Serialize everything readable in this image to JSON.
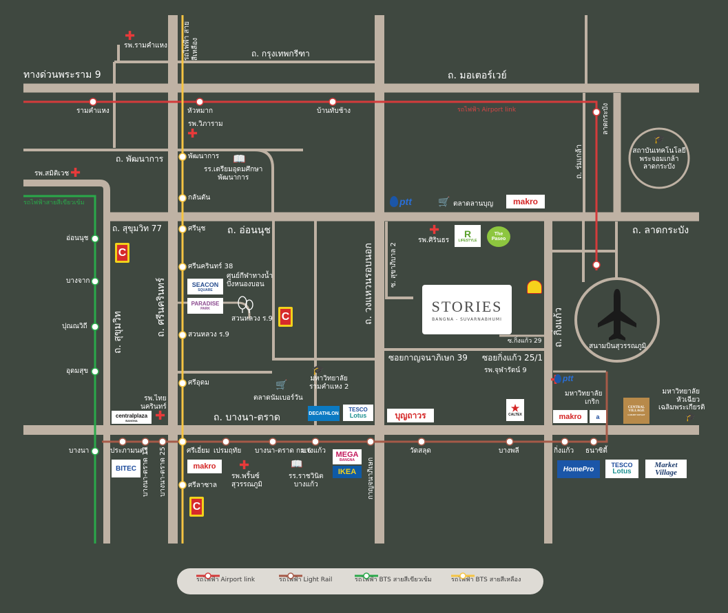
{
  "colors": {
    "background": "#3f4840",
    "road": "#bfb2a4",
    "airport_link": "#d43b3b",
    "light_rail": "#a65a48",
    "bts_green": "#2aa84a",
    "bts_yellow": "#f5c443",
    "label": "#ffffff"
  },
  "roads": {
    "rama9": "ทางด่วนพระราม 9",
    "krungthep_kreetha": "ถ. กรุงเทพกรีฑา",
    "motorway": "ถ. มอเตอร์เวย์",
    "phatthanakan": "ถ. พัฒนาการ",
    "sukhumvit77": "ถ. สุขุมวิท 77",
    "onnut": "ถ. อ่อนนุช",
    "latkrabang": "ถ. ลาดกระบัง",
    "sukhumvit": "ถ. สุขุมวิท",
    "srinakarin": "ถ. ศรีนครินทร์",
    "wongwaen": "ถ. วงแหวนรอบนอก",
    "bangna_trat": "ถ. บางนา-ตราด",
    "kingkaew": "ถ. กิ่งแก้ว",
    "romklao": "ถ. ร่มเกล้า",
    "sukhaphiban2": "ซ. สุขาภิบาล 2",
    "kanchanaphisek39": "ซอยกาญจนาภิเษก 39",
    "kingkaew25_1": "ซอยกิ่งแก้ว 25/1",
    "kingkaew29": "ซ.กิ่งแก้ว 29"
  },
  "lines": {
    "yellow_line_vertical": "รถไฟฟ้า สายสีเหลือง",
    "green_line_vertical": "รถไฟฟ้าสายสีเขียวเข้ม",
    "airport_link_label": "รถไฟฟ้า Airport link"
  },
  "airport_link_stations": [
    "รามคำแหง",
    "หัวหมาก",
    "บ้านทับช้าง",
    "ลาดกระบัง"
  ],
  "yellow_stations": [
    "พัฒนาการ",
    "กลันตัน",
    "ศรีนุช",
    "ศรีนครินทร์ 38",
    "สวนหลวง ร.9",
    "ศรีอุดม",
    "ศรีเอี่ยม",
    "ศรีลาซาล"
  ],
  "green_stations": [
    "อ่อนนุช",
    "บางจาก",
    "ปุณณวิถี",
    "อุดมสุข",
    "บางนา"
  ],
  "light_rail_stations": [
    "ประภามนตรี",
    "บางนา-ตราด 17",
    "บางนา-ตราด 25",
    "เปรมฤทัย",
    "บางนา-ตราด กม.6",
    "บางแก้ว",
    "กาญจนาภิเษก",
    "วัดสลุด",
    "บางพลี",
    "กิ่งแก้ว",
    "ธนาซิตี้"
  ],
  "places": {
    "ramkhamhaeng_hosp": "รพ.รามคำแหง",
    "wikrom_hosp": "รพ.วิภาราม",
    "samitivej_hosp": "รพ.สมิติเวช",
    "triam_school": "รร.เตรียมอุดมศึกษา",
    "triam_school_2": "พัฒนาการ",
    "water_sports": "ศูนย์กีฬาทางน้ำ",
    "water_sports_2": "บึงหนองบอน",
    "suanluang": "สวนหลวง ร.9",
    "ramkhamhaeng2": "มหาวิทยาลัย",
    "ramkhamhaeng2_b": "รามคำแหง 2",
    "number1_market": "ตลาดนัมเบอร์วัน",
    "thainakarin_hosp": "รพ.ไทย",
    "thainakarin_hosp_2": "นครินทร์",
    "prince_hosp": "รพ.พริ้นซ์",
    "prince_hosp_2": "สุวรรณภูมิ",
    "rachawinit": "รร.ราชวินิต",
    "rachawinit_2": "บางแก้ว",
    "sirinrat_hosp": "รพ.ศิรินธร",
    "lanboon_market": "ตลาดลานบุญ",
    "chularat_hosp": "รพ.จุฬารัตน์ 9",
    "kmitl": "สถาบันเทคโนโลยี",
    "kmitl_2": "พระจอมเกล้า",
    "kmitl_3": "ลาดกระบัง",
    "airport": "สนามบินสุวรรณภูมิ",
    "hc_univ": "มหาวิทยาลัย",
    "hc_univ_2": "หัวเฉียว",
    "hc_univ_3": "เฉลิมพระเกียรติ",
    "krirk_univ": "มหาวิทยาลัย",
    "krirk_univ_2": "เกริก"
  },
  "brands": {
    "ptt": "ptt",
    "makro": "makro",
    "bigc": "C",
    "seacon": "SEACON",
    "seacon_sub": "SQUARE",
    "paradise": "PARADISE",
    "paradise_sub": "PARK",
    "central_plaza": "centralplaza",
    "central_plaza_sub": "BANGNA",
    "decathlon": "DECATHLON",
    "tesco": "TESCO",
    "lotus": "Lotus",
    "boonthavorn": "บุญถาวร",
    "caltex": "CALTEX",
    "bitec": "BITEC",
    "mega": "MEGA",
    "mega_sub": "BANGNA",
    "ikea": "IKEA",
    "homepro": "HomePro",
    "market_village": "Market Village",
    "central_village": "CENTRAL VILLAGE",
    "central_village_sub": "LUXURY OUTLET",
    "paseo": "The Paseo",
    "robinson": "R",
    "robinson_sub": "LIFESTYLE"
  },
  "project": {
    "name": "STORIES",
    "subtitle": "BANGNA - SUVARNABHUMI"
  },
  "legend": [
    {
      "label": "รถไฟฟ้า Airport link",
      "color": "#d43b3b"
    },
    {
      "label": "รถไฟฟ้า Light Rail",
      "color": "#a65a48"
    },
    {
      "label": "รถไฟฟ้า BTS สายสีเขียวเข้ม",
      "color": "#2aa84a"
    },
    {
      "label": "รถไฟฟ้า BTS สายสีเหลือง",
      "color": "#f5c443"
    }
  ]
}
